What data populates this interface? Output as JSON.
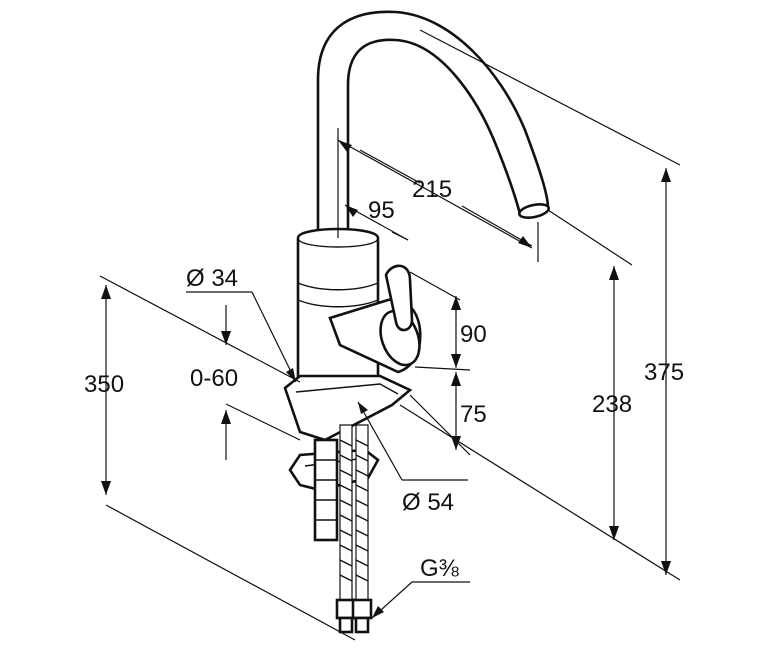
{
  "dimensions": {
    "spout_reach": "215",
    "lever_offset": "95",
    "diameter_body": "Ø 34",
    "total_height_left": "350",
    "deck_thickness": "0-60",
    "height_spout_outlet": "238",
    "total_height": "375",
    "lever_height": "90",
    "base_height": "75",
    "diameter_base": "Ø 54",
    "connection_thread": "G⅜"
  },
  "colors": {
    "ink": "#111111",
    "background": "#ffffff"
  }
}
